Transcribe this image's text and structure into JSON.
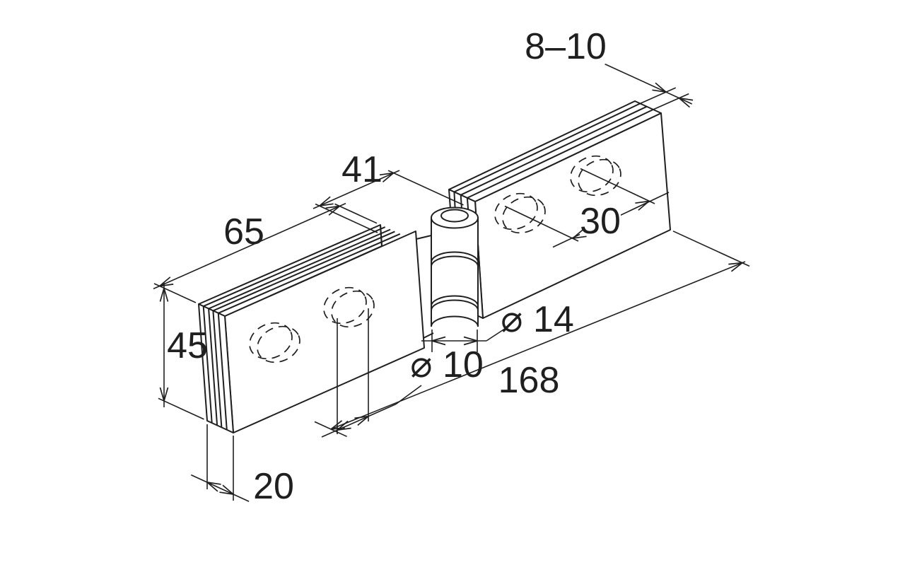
{
  "drawing": {
    "type": "isometric technical drawing of a glass door hinge",
    "colors": {
      "line": "#1f1f1f",
      "background": "#ffffff"
    },
    "dimensions": {
      "glass_thickness": "8–10",
      "edge_to_axis": "41",
      "leaf_length": "65",
      "leaf_width": "45",
      "hole_spacing": "30",
      "barrel_diameter": "⌀ 14",
      "hole_diameter": "⌀ 10",
      "overall_length": "168",
      "leaf_thickness": "20"
    }
  }
}
